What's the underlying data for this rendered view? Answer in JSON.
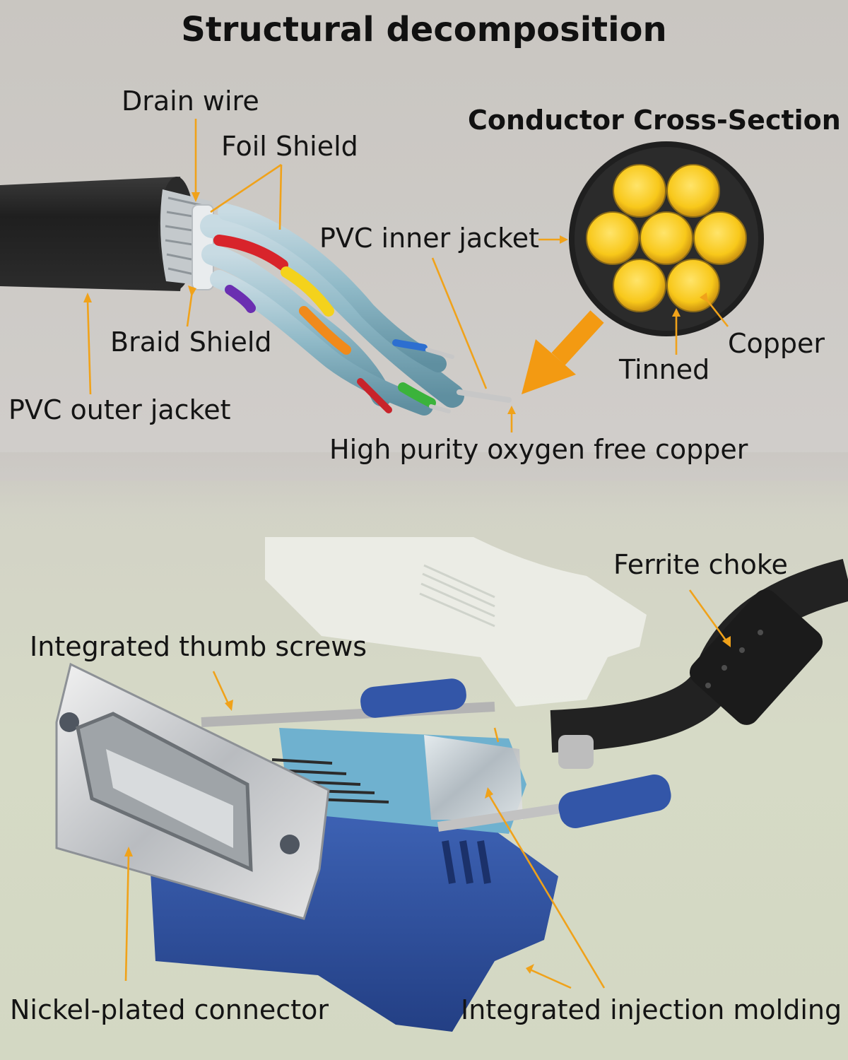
{
  "title": "Structural decomposition",
  "cross_section_title": "Conductor Cross-Section",
  "labels": {
    "drain_wire": "Drain wire",
    "foil_shield": "Foil Shield",
    "pvc_inner_jacket": "PVC inner jacket",
    "braid_shield": "Braid Shield",
    "pvc_outer_jacket": "PVC outer jacket",
    "copper": "Copper",
    "tinned": "Tinned",
    "oxygen_free_copper": "High purity oxygen free copper",
    "ferrite_choke": "Ferrite choke",
    "thumb_screws": "Integrated thumb screws",
    "nickel_connector": "Nickel-plated connector",
    "injection_molding": "Integrated injection molding"
  },
  "colors": {
    "leader_line": "#f0a21a",
    "big_arrow": "#f39a12",
    "conductor_strand": "#f6c91c",
    "cable_jacket": "#262626",
    "molding_blue": "#2f4f9a",
    "foil_blue": "#86b9c8"
  },
  "icons": [
    "cable-illustration",
    "cross-section-icon",
    "vga-connector-illustration"
  ]
}
